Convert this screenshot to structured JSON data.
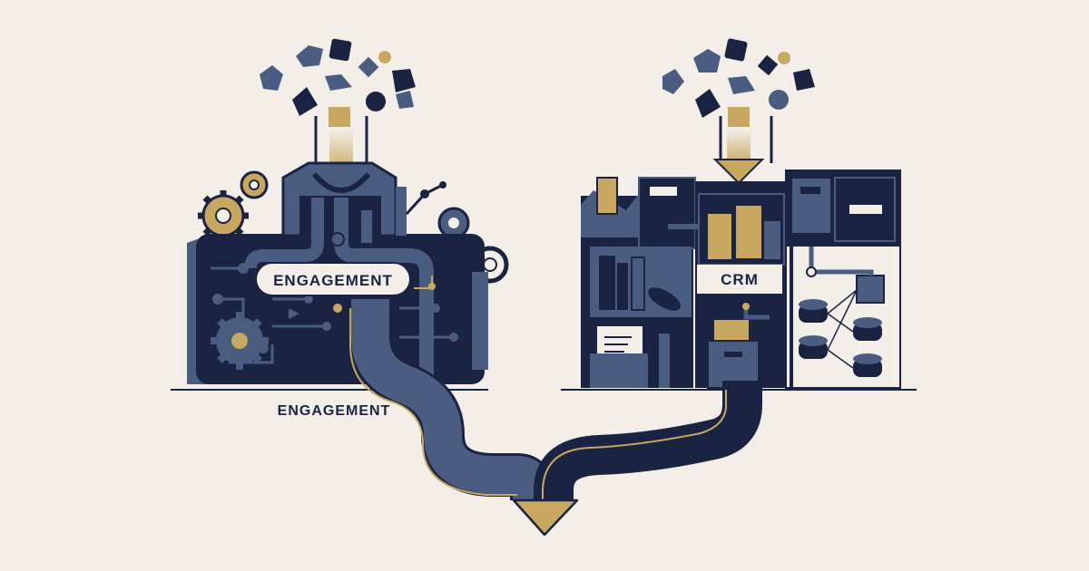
{
  "labels": {
    "engagement_pill": "ENGAGEMENT",
    "engagement_caption": "ENGAGEMENT",
    "crm_panel": "CRM"
  },
  "colors": {
    "background": "#f3efe8",
    "navy": "#1b2342",
    "slate": "#4a5d80",
    "gold": "#c8a860",
    "line": "#1b2342",
    "white": "#ffffff"
  },
  "icons": {
    "left_source": "falling-shapes-icon",
    "right_source": "falling-shapes-icon",
    "left_system": "machinery-gears-icon",
    "right_system": "filing-cabinets-icon",
    "output": "down-arrow-icon"
  }
}
